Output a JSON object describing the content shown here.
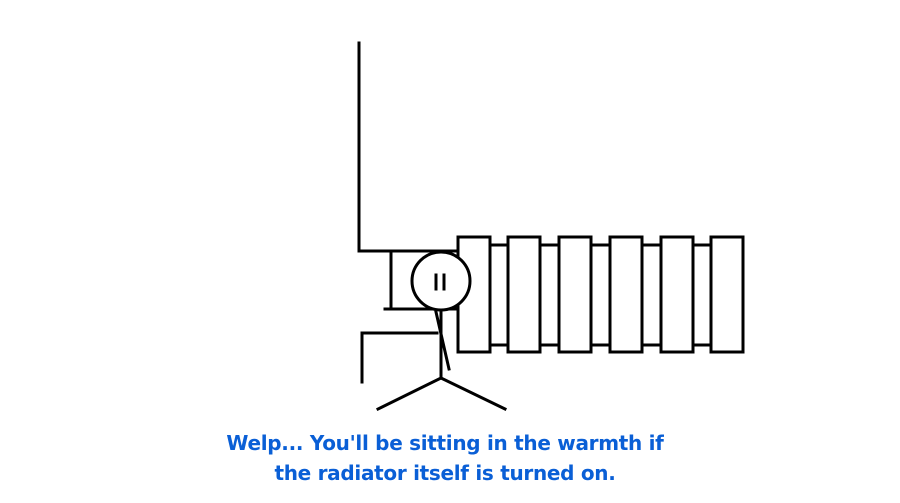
{
  "caption": {
    "line1": "Welp... You'll be sitting in the warmth if",
    "line2": "the radiator itself is turned on."
  },
  "colors": {
    "caption": "#0a5fd6",
    "stroke": "#000000",
    "background": "#ffffff"
  },
  "illustration": {
    "radiator_columns": 6,
    "figure_icon": "stick-figure-icon",
    "radiator_icon": "radiator-icon"
  }
}
